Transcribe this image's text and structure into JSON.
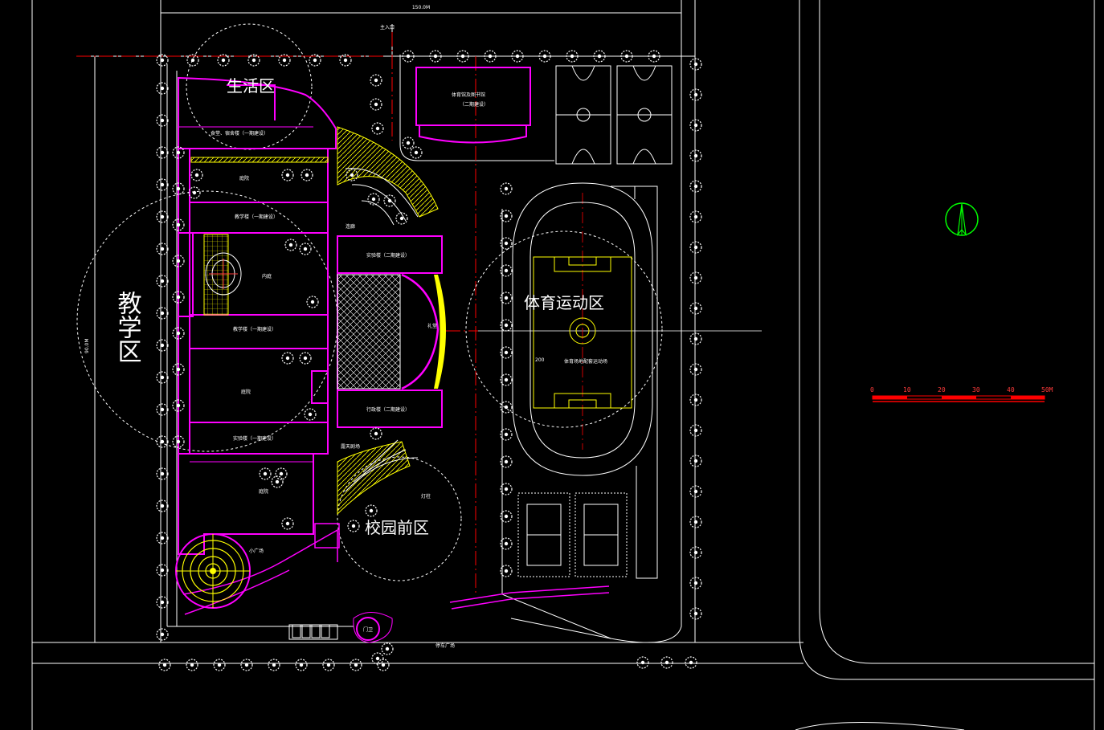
{
  "drawing": {
    "top_dimension": "150.0M",
    "left_dimension": "90.0M",
    "main_entrance": "主入口",
    "zones": {
      "living": "生活区",
      "teaching": "教学区",
      "sports": "体育运动区",
      "front": "校园前区"
    },
    "buildings": {
      "dorm_dining": "食堂、宿舍楼（一期建设）",
      "gym": "体育馆及图书馆",
      "gym_phase": "（二期建设）",
      "courtyard_1": "庭院",
      "teaching_1": "教学楼（一期建设）",
      "garden": "内庭",
      "teaching_2": "教学楼（一期建设）",
      "courtyard_2": "庭院",
      "lab": "实验楼（一期建设）",
      "courtyard_3": "庭院",
      "sports_field": "体育场地配套运动场",
      "library": "实验楼（二期建设）",
      "admin": "行政楼（二期建设）",
      "hall": "礼堂",
      "open_stage": "露天剧场",
      "plaza": "小广场",
      "corridor": "连廊",
      "lamp": "灯柱",
      "gate": "门卫",
      "parking": "停车广场",
      "radius": "200"
    },
    "scale": {
      "ticks": [
        "0",
        "10",
        "20",
        "30",
        "40",
        "50M"
      ]
    },
    "colors": {
      "background": "#000000",
      "line": "#ffffff",
      "building": "#ff00ff",
      "axis": "#ff0000",
      "accent": "#ffff00",
      "north": "#00ff00"
    }
  }
}
